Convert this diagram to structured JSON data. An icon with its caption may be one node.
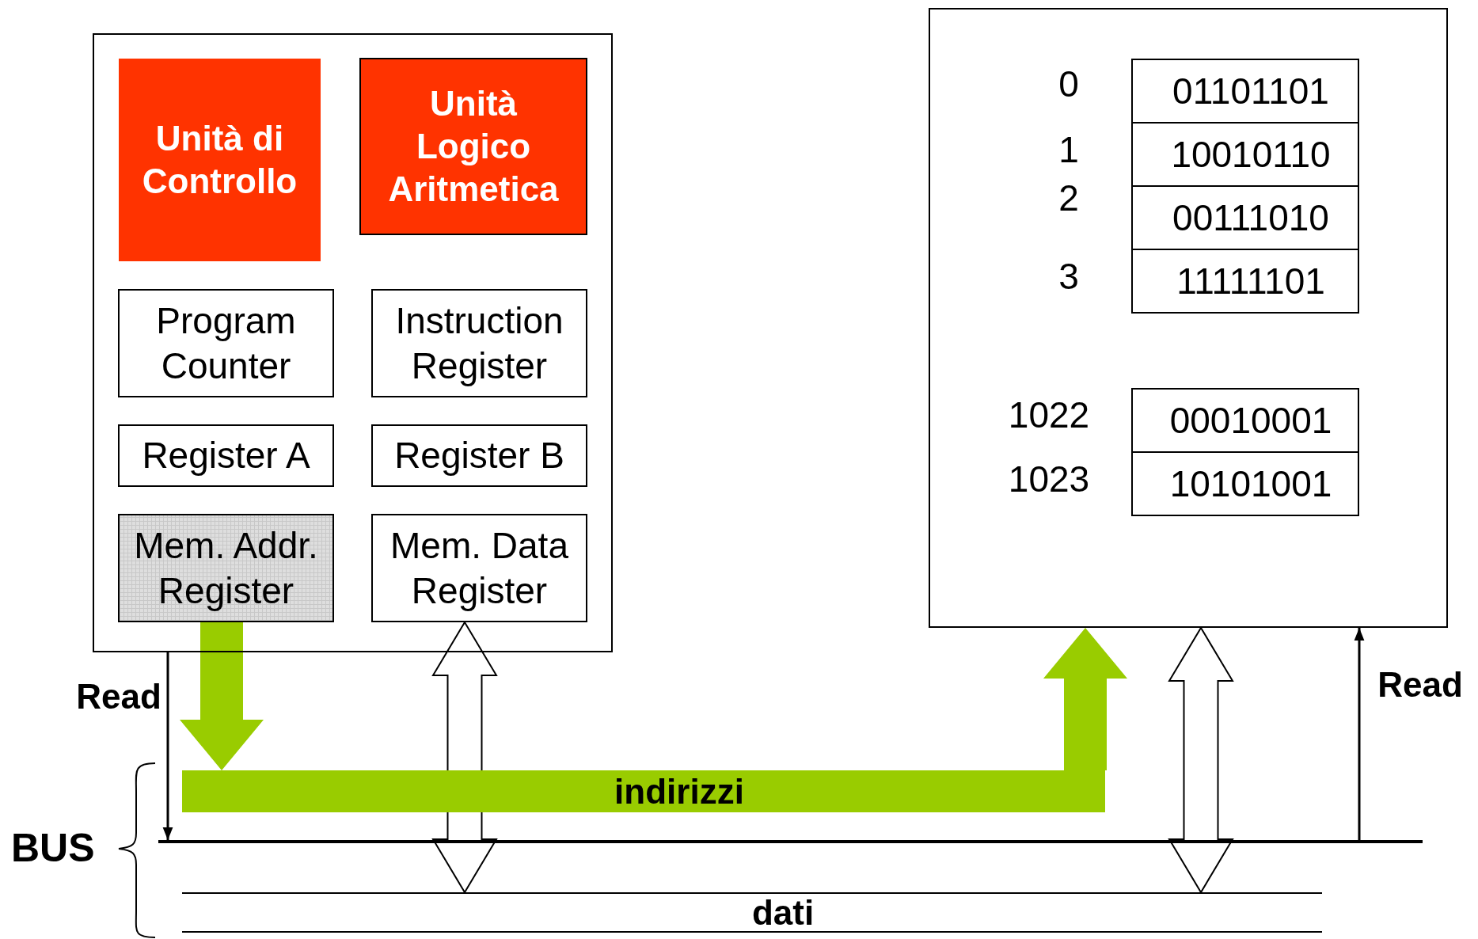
{
  "diagram": {
    "nodes": [
      {
        "text": [],
        "shape": "box"
      },
      {
        "text": [
          "Unità di Controllo"
        ],
        "in": 0
      },
      {
        "text": [
          "Unità Logico Aritmetica"
        ],
        "in": 0
      },
      {
        "text": [
          "Program Counter"
        ],
        "in": 0
      },
      {
        "text": [
          "Instruction Register"
        ],
        "in": 0
      },
      {
        "text": [
          "Register A"
        ],
        "in": 0
      },
      {
        "text": [
          "Register B"
        ],
        "in": 0
      },
      {
        "text": [
          "Mem. Addr. Register"
        ],
        "in": 0
      },
      {
        "text": [
          "Mem. Data Register"
        ],
        "in": 0
      },
      {
        "text": [],
        "shape": "box"
      },
      {
        "text": [
          "01101101"
        ],
        "in": 9,
        "beside": [
          "0"
        ]
      },
      {
        "text": [
          "10010110"
        ],
        "in": 9,
        "beside": [
          "1"
        ]
      },
      {
        "text": [
          "00111010"
        ],
        "in": 9,
        "beside": [
          "2"
        ]
      },
      {
        "text": [
          "11111101"
        ],
        "in": 9,
        "beside": [
          "3"
        ]
      },
      {
        "text": [
          "00010001"
        ],
        "in": 9,
        "beside": [
          "1022"
        ]
      },
      {
        "text": [
          "10101001"
        ],
        "in": 9,
        "beside": [
          "1023"
        ]
      },
      {
        "text": [
          "indirizzi"
        ]
      },
      {
        "text": [],
        "shape": "bar"
      },
      {
        "text": [
          "dati"
        ]
      }
    ],
    "edges": [
      {
        "from": 7,
        "to": 16,
        "arrow": "to",
        "style": "thick",
        "color": "#99cc00"
      },
      {
        "from": 16,
        "to": 9,
        "arrow": "to",
        "style": "thick",
        "color": "#99cc00"
      },
      {
        "from": 0,
        "to": 17,
        "arrow": "to",
        "label": "Read"
      },
      {
        "from": 8,
        "to": 18,
        "arrow": "both",
        "style": "thick"
      },
      {
        "from": 9,
        "to": 18,
        "arrow": "both",
        "style": "thick"
      },
      {
        "from": 17,
        "to": 9,
        "arrow": "to",
        "label": "Read"
      }
    ],
    "labels": [
      "BUS"
    ]
  }
}
